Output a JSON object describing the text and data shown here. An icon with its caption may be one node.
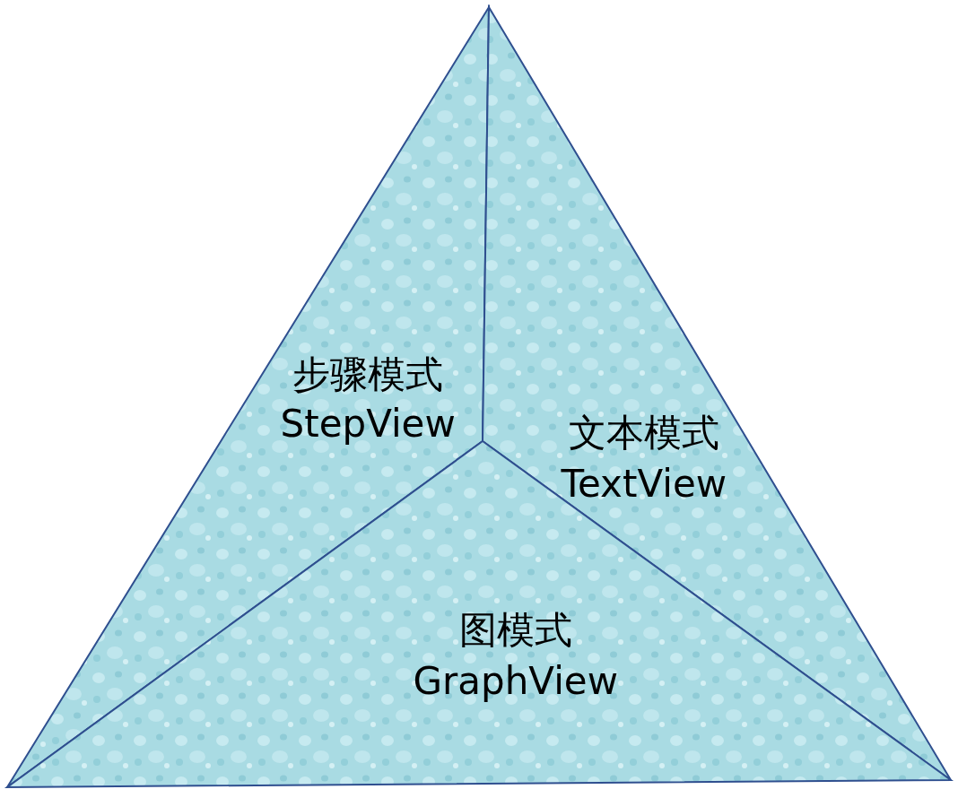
{
  "diagram": {
    "nodes": [
      {
        "text": [
          "步骤模式",
          "StepView"
        ]
      },
      {
        "text": [
          "文本模式",
          "TextView"
        ]
      },
      {
        "text": [
          "图模式",
          "GraphView"
        ]
      }
    ]
  }
}
